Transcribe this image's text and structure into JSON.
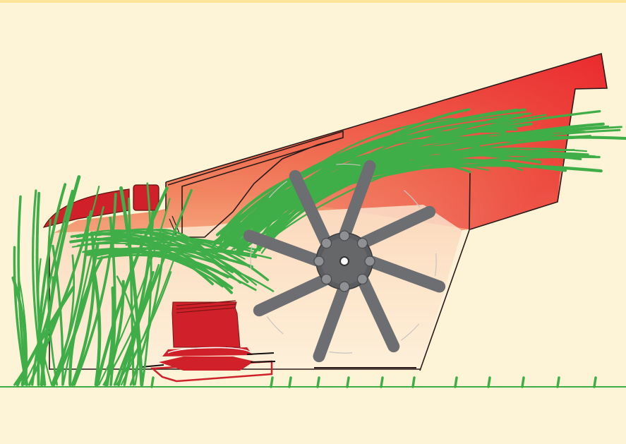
{
  "colors": {
    "background": "#fdf3d6",
    "top_border": "#fbe39a",
    "housing_red": "#e3262e",
    "housing_light": "#fbe6cf",
    "outline": "#2a1a1a",
    "grass": "#3fae49",
    "rotor_gray": "#6d6e71",
    "hub_gray": "#5b5c5f",
    "bolt_gray": "#8e9094",
    "cutter_red": "#d0202a"
  },
  "parts": {
    "rotor_flail_count": 8,
    "cutter_bar_sections": 1
  },
  "icons": [
    "flail-rotor",
    "grass-stalks",
    "cutter-bar",
    "conditioner-housing"
  ]
}
